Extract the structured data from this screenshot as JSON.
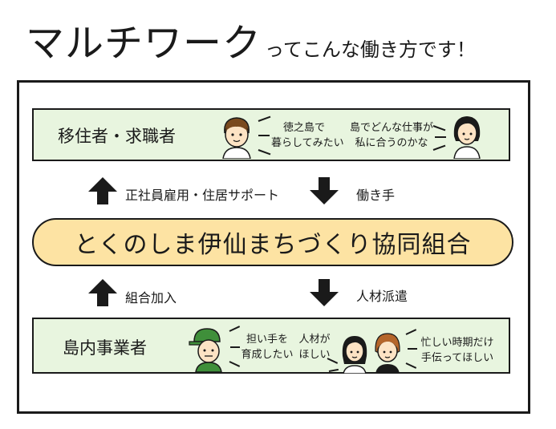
{
  "title": {
    "main": "マルチワーク",
    "sub": "ってこんな働き方です！"
  },
  "top_band": {
    "label": "移住者・求職者",
    "speech_left": [
      "徳之島で",
      "暮らしてみたい"
    ],
    "speech_right": [
      "島でどんな仕事が",
      "私に合うのかな"
    ]
  },
  "center": {
    "label": "とくのしま伊仙まちづくり協同組合"
  },
  "flows": {
    "up_top": "正社員雇用・住居サポート",
    "down_top": "働き手",
    "up_bottom": "組合加入",
    "down_bottom": "人材派遣"
  },
  "bottom_band": {
    "label": "島内事業者",
    "speech_1": [
      "担い手を",
      "育成したい"
    ],
    "speech_2": [
      "人材が",
      "ほしい"
    ],
    "speech_3": [
      "忙しい時期だけ",
      "手伝ってほしい"
    ]
  },
  "colors": {
    "band_fill": "#e8f5df",
    "pill_fill": "#fde3a3",
    "stroke": "#1a1a1a",
    "cap_green": "#3f8f3a"
  },
  "icons": [
    "arrow-up-icon",
    "arrow-down-icon",
    "person-icon"
  ]
}
